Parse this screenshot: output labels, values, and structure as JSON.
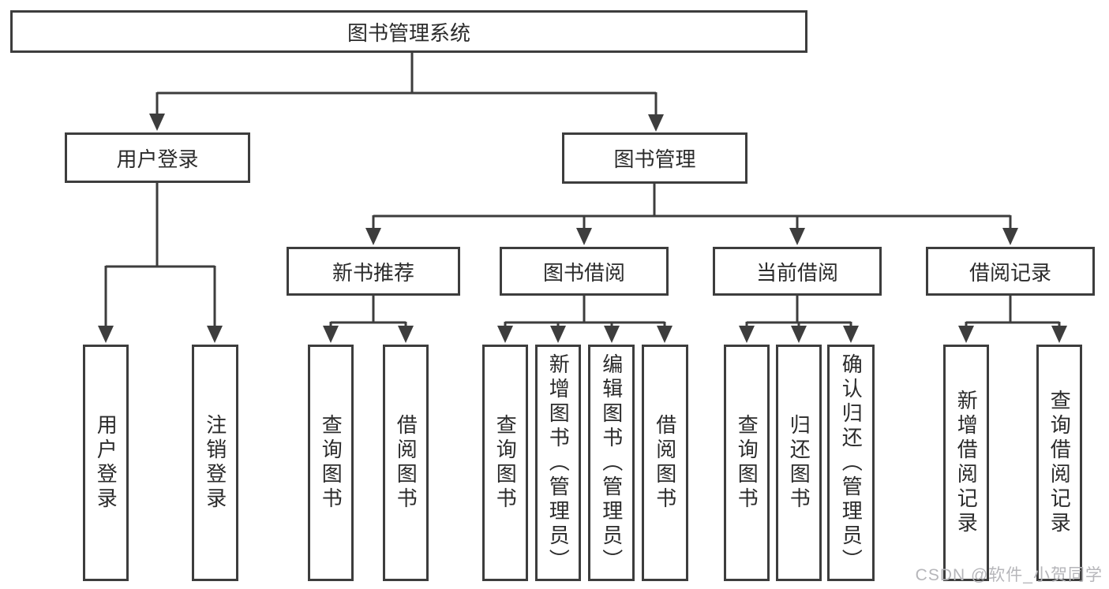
{
  "diagram": {
    "accent_color": "#3d3d3d",
    "watermark_color": "#b6b6ba",
    "nodes": {
      "root": "图书管理系统",
      "user_login": "用户登录",
      "book_mgmt": "图书管理",
      "new_book_rec": "新书推荐",
      "book_borrow": "图书借阅",
      "current_borrow": "当前借阅",
      "borrow_records": "借阅记录",
      "user_login_leaf": "用户登录",
      "logout_leaf": "注销登录",
      "query_books_1": "查询图书",
      "borrow_books_1": "借阅图书",
      "query_books_2": "查询图书",
      "add_books_admin": "新增图书（管理员）",
      "edit_books_admin": "编辑图书（管理员）",
      "borrow_books_2": "借阅图书",
      "query_books_3": "查询图书",
      "return_books": "归还图书",
      "confirm_return_admin": "确认归还（管理员）",
      "add_borrow_record": "新增借阅记录",
      "query_borrow_record": "查询借阅记录"
    },
    "hierarchy": {
      "图书管理系统": {
        "用户登录": [
          "用户登录",
          "注销登录"
        ],
        "图书管理": {
          "新书推荐": [
            "查询图书",
            "借阅图书"
          ],
          "图书借阅": [
            "查询图书",
            "新增图书（管理员）",
            "编辑图书（管理员）",
            "借阅图书"
          ],
          "当前借阅": [
            "查询图书",
            "归还图书",
            "确认归还（管理员）"
          ],
          "借阅记录": [
            "新增借阅记录",
            "查询借阅记录"
          ]
        }
      }
    },
    "watermark": "CSDN @软件_小贺同学"
  }
}
